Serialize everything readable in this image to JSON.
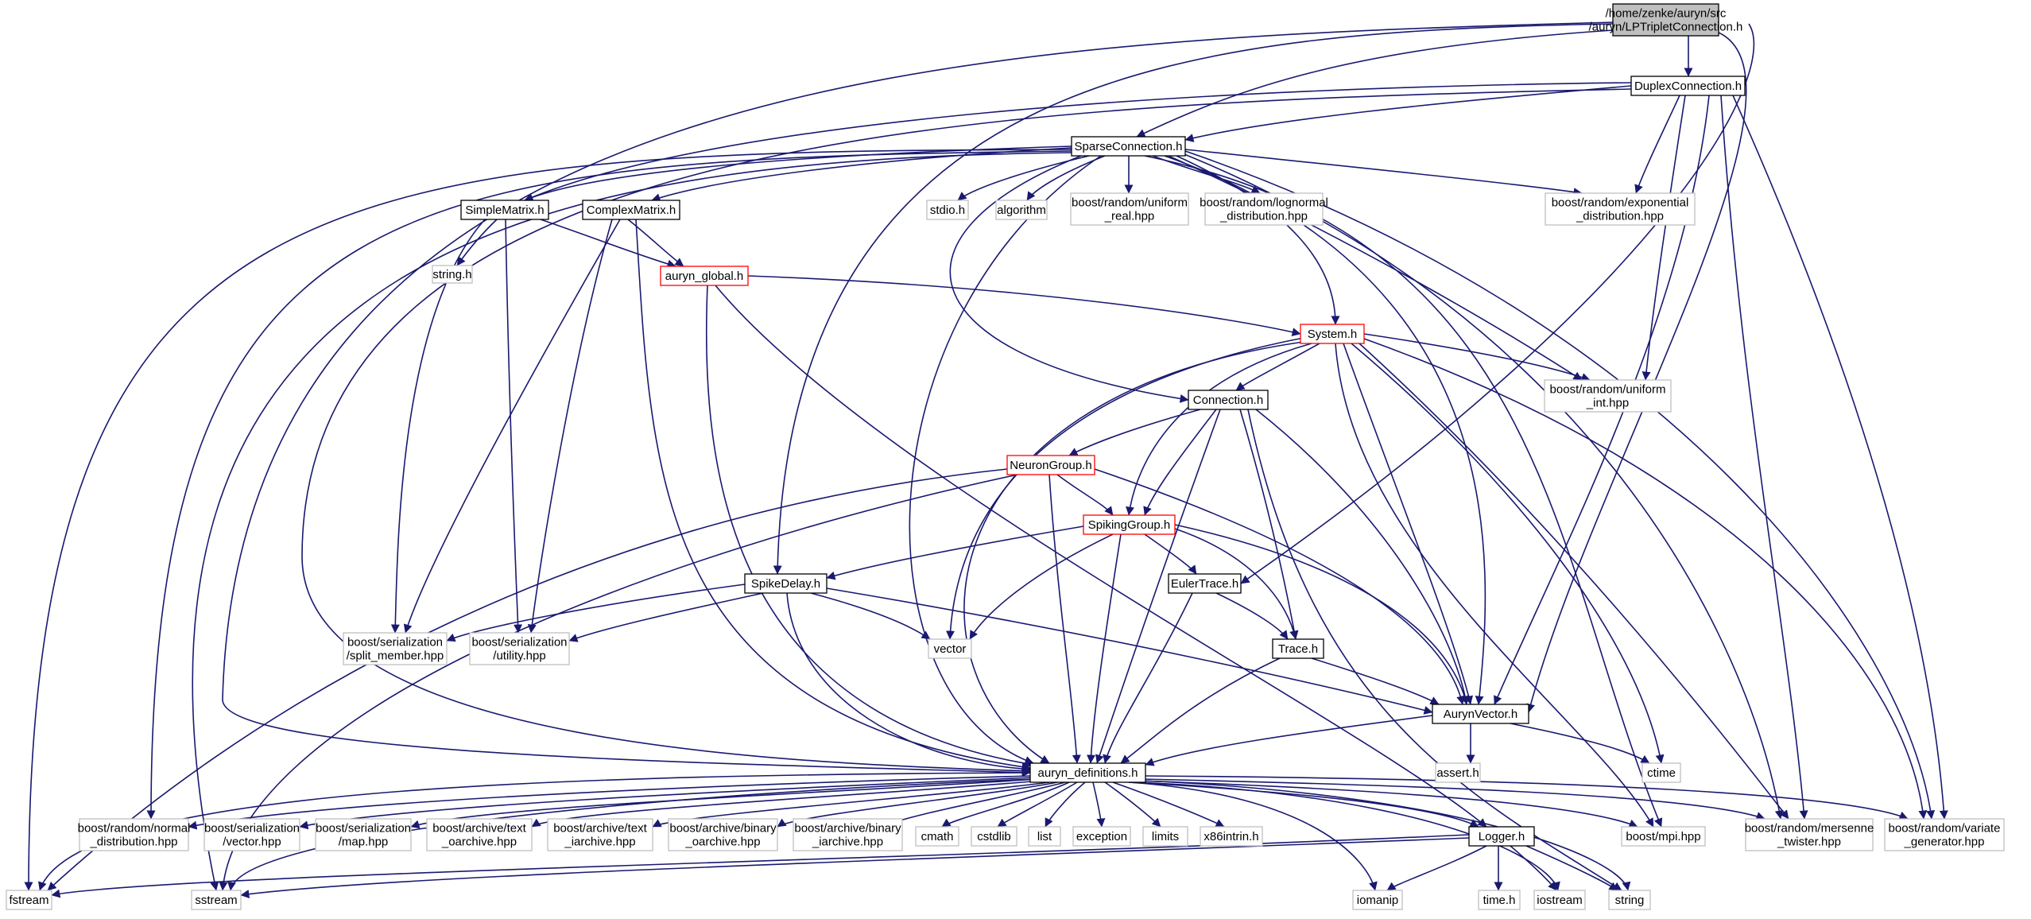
{
  "colors": {
    "edge": "#191970",
    "root_fill": "#bfbfbf",
    "documented_border": "#000000",
    "missing_border": "#bfbfbf",
    "truncated_border": "#ff0000"
  },
  "nodes": {
    "root": {
      "lines": [
        "/home/zenke/auryn/src",
        "/auryn/LPTripletConnection.h"
      ],
      "kind": "root"
    },
    "duplex": {
      "lines": [
        "DuplexConnection.h"
      ],
      "kind": "doc"
    },
    "sparse": {
      "lines": [
        "SparseConnection.h"
      ],
      "kind": "doc"
    },
    "simple": {
      "lines": [
        "SimpleMatrix.h"
      ],
      "kind": "doc"
    },
    "complex": {
      "lines": [
        "ComplexMatrix.h"
      ],
      "kind": "doc"
    },
    "auryn_global": {
      "lines": [
        "auryn_global.h"
      ],
      "kind": "trunc"
    },
    "string_h": {
      "lines": [
        "string.h"
      ],
      "kind": "missing"
    },
    "stdio": {
      "lines": [
        "stdio.h"
      ],
      "kind": "missing"
    },
    "algorithm": {
      "lines": [
        "algorithm"
      ],
      "kind": "missing"
    },
    "uniform_real": {
      "lines": [
        "boost/random/uniform",
        "_real.hpp"
      ],
      "kind": "missing"
    },
    "lognormal": {
      "lines": [
        "boost/random/lognormal",
        "_distribution.hpp"
      ],
      "kind": "missing"
    },
    "exponential": {
      "lines": [
        "boost/random/exponential",
        "_distribution.hpp"
      ],
      "kind": "missing"
    },
    "system": {
      "lines": [
        "System.h"
      ],
      "kind": "trunc"
    },
    "uniform_int": {
      "lines": [
        "boost/random/uniform",
        "_int.hpp"
      ],
      "kind": "missing"
    },
    "connection": {
      "lines": [
        "Connection.h"
      ],
      "kind": "doc"
    },
    "neurongroup": {
      "lines": [
        "NeuronGroup.h"
      ],
      "kind": "trunc"
    },
    "spikinggroup": {
      "lines": [
        "SpikingGroup.h"
      ],
      "kind": "trunc"
    },
    "eulertrace": {
      "lines": [
        "EulerTrace.h"
      ],
      "kind": "doc"
    },
    "spikedelay": {
      "lines": [
        "SpikeDelay.h"
      ],
      "kind": "doc"
    },
    "split_member": {
      "lines": [
        "boost/serialization",
        "/split_member.hpp"
      ],
      "kind": "missing"
    },
    "utility": {
      "lines": [
        "boost/serialization",
        "/utility.hpp"
      ],
      "kind": "missing"
    },
    "vector": {
      "lines": [
        "vector"
      ],
      "kind": "missing"
    },
    "trace": {
      "lines": [
        "Trace.h"
      ],
      "kind": "doc"
    },
    "aurynvector": {
      "lines": [
        "AurynVector.h"
      ],
      "kind": "doc"
    },
    "assert": {
      "lines": [
        "assert.h"
      ],
      "kind": "missing"
    },
    "ctime": {
      "lines": [
        "ctime"
      ],
      "kind": "missing"
    },
    "defs": {
      "lines": [
        "auryn_definitions.h"
      ],
      "kind": "doc"
    },
    "normal": {
      "lines": [
        "boost/random/normal",
        "_distribution.hpp"
      ],
      "kind": "missing"
    },
    "ser_vector": {
      "lines": [
        "boost/serialization",
        "/vector.hpp"
      ],
      "kind": "missing"
    },
    "ser_map": {
      "lines": [
        "boost/serialization",
        "/map.hpp"
      ],
      "kind": "missing"
    },
    "text_o": {
      "lines": [
        "boost/archive/text",
        "_oarchive.hpp"
      ],
      "kind": "missing"
    },
    "text_i": {
      "lines": [
        "boost/archive/text",
        "_iarchive.hpp"
      ],
      "kind": "missing"
    },
    "bin_o": {
      "lines": [
        "boost/archive/binary",
        "_oarchive.hpp"
      ],
      "kind": "missing"
    },
    "bin_i": {
      "lines": [
        "boost/archive/binary",
        "_iarchive.hpp"
      ],
      "kind": "missing"
    },
    "cmath": {
      "lines": [
        "cmath"
      ],
      "kind": "missing"
    },
    "cstdlib": {
      "lines": [
        "cstdlib"
      ],
      "kind": "missing"
    },
    "list": {
      "lines": [
        "list"
      ],
      "kind": "missing"
    },
    "exception": {
      "lines": [
        "exception"
      ],
      "kind": "missing"
    },
    "limits": {
      "lines": [
        "limits"
      ],
      "kind": "missing"
    },
    "x86intrin": {
      "lines": [
        "x86intrin.h"
      ],
      "kind": "missing"
    },
    "logger": {
      "lines": [
        "Logger.h"
      ],
      "kind": "doc"
    },
    "mpi": {
      "lines": [
        "boost/mpi.hpp"
      ],
      "kind": "missing"
    },
    "mersenne": {
      "lines": [
        "boost/random/mersenne",
        "_twister.hpp"
      ],
      "kind": "missing"
    },
    "variate": {
      "lines": [
        "boost/random/variate",
        "_generator.hpp"
      ],
      "kind": "missing"
    },
    "fstream": {
      "lines": [
        "fstream"
      ],
      "kind": "missing"
    },
    "sstream": {
      "lines": [
        "sstream"
      ],
      "kind": "missing"
    },
    "iomanip": {
      "lines": [
        "iomanip"
      ],
      "kind": "missing"
    },
    "time_h": {
      "lines": [
        "time.h"
      ],
      "kind": "missing"
    },
    "iostream": {
      "lines": [
        "iostream"
      ],
      "kind": "missing"
    },
    "string": {
      "lines": [
        "string"
      ],
      "kind": "missing"
    }
  }
}
